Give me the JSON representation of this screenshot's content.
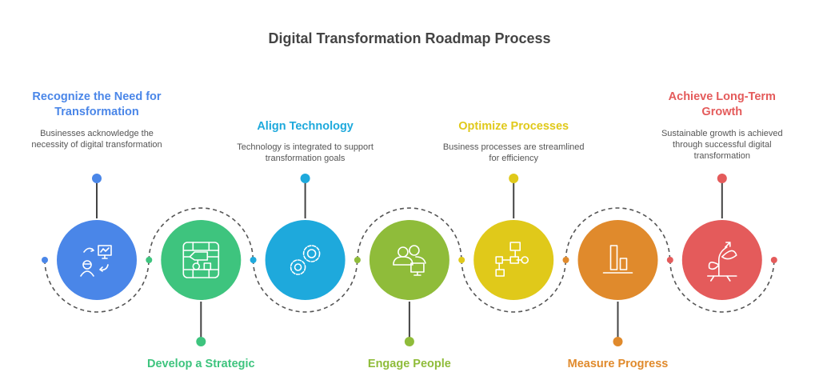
{
  "title": "Digital Transformation Roadmap Process",
  "steps": [
    {
      "title": "Recognize the Need for Transformation",
      "desc": "Businesses acknowledge the necessity of digital transformation",
      "color": "#4a86e8",
      "icon": "presentation-person-icon",
      "position": "top"
    },
    {
      "title": "Develop a Strategic",
      "desc": "",
      "color": "#3ec47e",
      "icon": "strategy-flowchart-icon",
      "position": "bottom"
    },
    {
      "title": "Align Technology",
      "desc": "Technology is integrated to support transformation goals",
      "color": "#1ea9dc",
      "icon": "gears-icon",
      "position": "top"
    },
    {
      "title": "Engage People",
      "desc": "",
      "color": "#8fbc3a",
      "icon": "users-monitor-icon",
      "position": "bottom"
    },
    {
      "title": "Optimize Processes",
      "desc": "Business processes are streamlined for efficiency",
      "color": "#e0c91a",
      "icon": "process-flow-icon",
      "position": "top"
    },
    {
      "title": "Measure Progress",
      "desc": "",
      "color": "#e08a2c",
      "icon": "bar-chart-icon",
      "position": "bottom"
    },
    {
      "title": "Achieve Long-Term Growth",
      "desc": "Sustainable growth is achieved through successful digital transformation",
      "color": "#e45b5b",
      "icon": "growth-plant-icon",
      "position": "top"
    }
  ]
}
